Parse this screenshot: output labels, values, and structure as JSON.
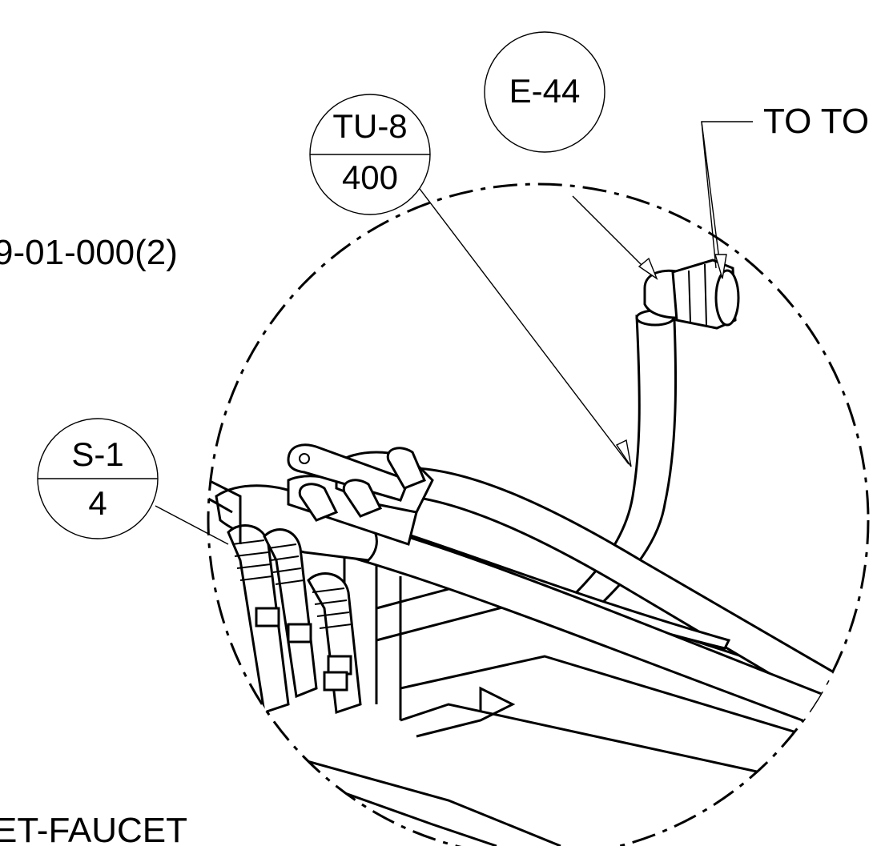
{
  "callouts": {
    "e44": {
      "top": "E-44"
    },
    "tu8": {
      "top": "TU-8",
      "bottom": "400"
    },
    "s1": {
      "top": "S-1",
      "bottom": "4"
    }
  },
  "notes": {
    "to_top": "TO TO",
    "part_number": "9-01-000(2)",
    "faucet": "ET-FAUCET"
  },
  "icons": {
    "detail_view": "dashed-detail-circle",
    "leaders": "arrow-leader-lines"
  },
  "colors": {
    "ink": "#000000",
    "paper": "#ffffff"
  }
}
